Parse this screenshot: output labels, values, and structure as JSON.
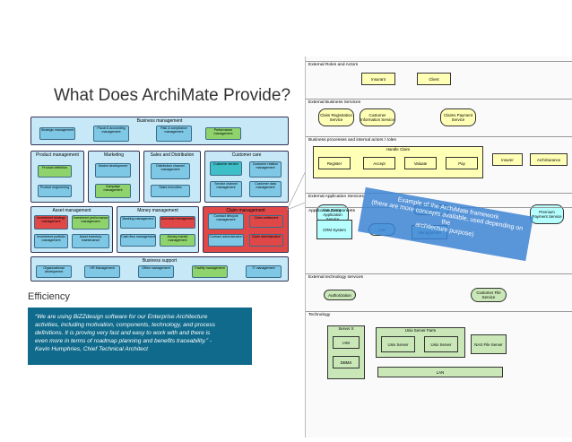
{
  "title": "What Does ArchiMate Provide?",
  "section_label": "Efficiency",
  "quote_lines": [
    "“We are using BiZZdesign software for our Enterprise Architecture",
    "activities, including motivation, components, technology, and process",
    "definitions. It is proving very fast and easy to work with and there is",
    "even more in terms of roadmap planning and benefits traceability.” -",
    "Kevin Humphries, Chief Technical Architect"
  ],
  "capability_map": {
    "business_management": {
      "label": "Business management",
      "items": [
        "Strategic management",
        "Fiscal & accounting management",
        "Risk & compliance management",
        "Performance management"
      ]
    },
    "product_management": {
      "label": "Product management",
      "items": [
        "Product definition",
        "Product engineering"
      ]
    },
    "marketing": {
      "label": "Marketing",
      "items": [
        "Market development",
        "Campaign management"
      ]
    },
    "sales_distribution": {
      "label": "Sales and Distribution",
      "items": [
        "Distribution channel management",
        "Sales execution"
      ]
    },
    "customer_care": {
      "label": "Customer care",
      "items": [
        "Customer service",
        "Customer relation management",
        "Service channel management",
        "Customer data management"
      ]
    },
    "asset_management": {
      "label": "Asset management",
      "items": [
        "Investment strategy management",
        "Investment performance management",
        "Investment portfolio management",
        "Asset inventory maintenance"
      ]
    },
    "money_management": {
      "label": "Money management",
      "items": [
        "Banking management",
        "Accounts management",
        "Cash flow management",
        "Money market management"
      ]
    },
    "claim_management": {
      "label": "Claim management",
      "items": [
        "Contract lifecycle management",
        "Claim settlement",
        "Contract administration",
        "Claim administration"
      ]
    },
    "business_support": {
      "label": "Business support",
      "items": [
        "Organizational development",
        "HR Management",
        "Office management",
        "Facility management",
        "IT management"
      ]
    }
  },
  "archimate": {
    "layers": [
      "External Roles and Actors",
      "External Business Services",
      "Business processes and internal actors / roles",
      "External Application Services",
      "Application Components",
      "External technology services",
      "Technology"
    ],
    "roles": {
      "insurant": "Insurant",
      "client": "Client"
    },
    "business_services": [
      "Claim Registration Service",
      "Customer Information Service",
      "Claims Payment Service"
    ],
    "process": {
      "label": "Handle Claim",
      "steps": [
        "Register",
        "Accept",
        "Valuate",
        "Pay"
      ],
      "insurer": "Insurer",
      "archisurance": "ArchiSurance"
    },
    "app_services": [
      "Insurance Application Service",
      "Customer",
      "Premium Payment Service"
    ],
    "app_components": [
      "CRM System",
      "CIS",
      "Management"
    ],
    "tech_services": [
      "Authorization",
      "Customer File Service"
    ],
    "technology": {
      "server_x": "Server X",
      "iam": "IAM",
      "dbms": "DBMS",
      "farm": "Unix Server Farm",
      "unix1": "Unix Server",
      "unix2": "Unix Server",
      "nas": "NAS File Server",
      "lan": "LAN"
    }
  },
  "overlay_text": [
    "Example of the ArchiMate framework",
    "(there are more concepts available, used depending on the",
    "architecture purpose)"
  ],
  "colors": {
    "quote_bg": "#0f6a8c",
    "business": "#ffffb5",
    "application": "#b5ffff",
    "technology": "#c9e7b7",
    "overlay": "#3c82d2"
  }
}
